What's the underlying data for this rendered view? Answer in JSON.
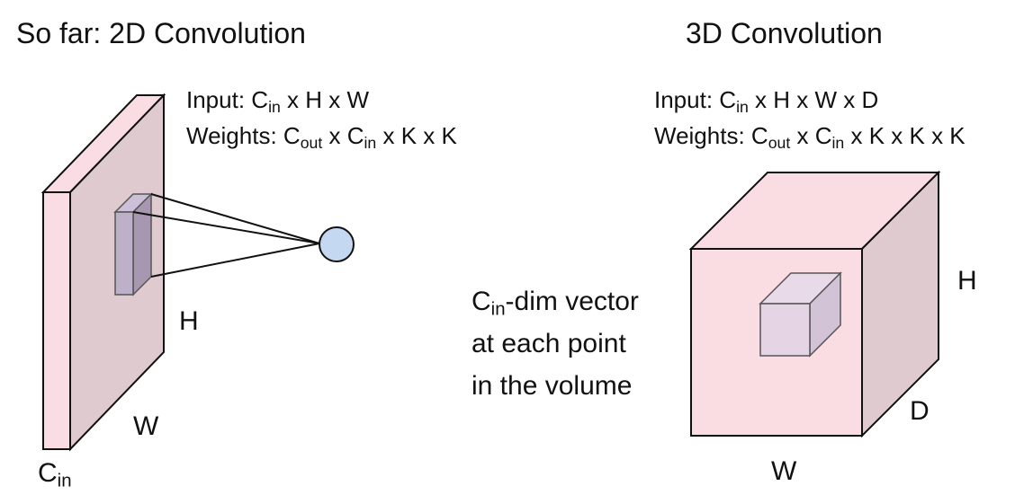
{
  "left_panel": {
    "title": "So far: 2D Convolution",
    "input_formula": {
      "prefix": "Input: C",
      "sub": "in",
      "suffix": " x H x W"
    },
    "weights_formula": {
      "prefix": "Weights: C",
      "sub1": "out",
      "mid": " x C",
      "sub2": "in",
      "suffix": " x K x K"
    },
    "label_h": "H",
    "label_w": "W",
    "label_cin": {
      "base": "C",
      "sub": "in"
    }
  },
  "right_panel": {
    "title": "3D Convolution",
    "input_formula": {
      "prefix": "Input: C",
      "sub": "in",
      "suffix": " x H x W x D"
    },
    "weights_formula": {
      "prefix": "Weights: C",
      "sub1": "out",
      "mid": " x C",
      "sub2": "in",
      "suffix": " x K x K x K"
    },
    "label_h": "H",
    "label_d": "D",
    "label_w": "W",
    "description": {
      "line1_prefix": "C",
      "line1_sub": "in",
      "line1_suffix": "-dim vector",
      "line2": "at each point",
      "line3": "in the volume"
    }
  },
  "colors": {
    "slab_front": "#f9dde3",
    "slab_face": "#dfcbcf",
    "filter_front": "#bdb0c8",
    "filter_side": "#a897b0",
    "neuron_fill": "#c5d8f2",
    "kernel_front": "#e4d4e4",
    "stroke": "#111111"
  }
}
